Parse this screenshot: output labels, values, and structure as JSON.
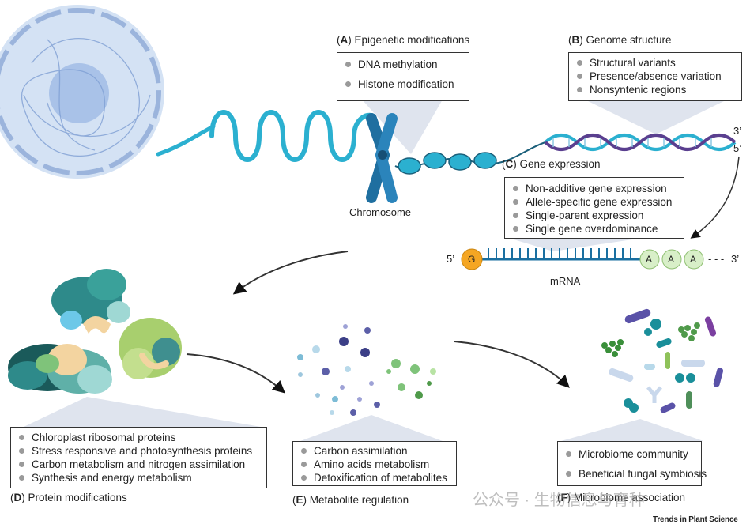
{
  "panels": {
    "A": {
      "letter": "A",
      "title": "Epigenetic modifications",
      "items": [
        "DNA methylation",
        "Histone modification"
      ]
    },
    "B": {
      "letter": "B",
      "title": "Genome structure",
      "items": [
        "Structural variants",
        "Presence/absence variation",
        "Nonsyntenic regions"
      ]
    },
    "C": {
      "letter": "C",
      "title": "Gene expression",
      "items": [
        "Non-additive gene expression",
        "Allele-specific gene expression",
        "Single-parent expression",
        "Single gene overdominance"
      ]
    },
    "D": {
      "letter": "D",
      "title": "Protein modifications",
      "items": [
        "Chloroplast ribosomal proteins",
        "Stress responsive and photosynthesis proteins",
        "Carbon metabolism and nitrogen assimilation",
        "Synthesis and energy metabolism"
      ]
    },
    "E": {
      "letter": "E",
      "title": "Metabolite regulation",
      "items": [
        "Carbon assimilation",
        "Amino acids metabolism",
        "Detoxification of metabolites"
      ]
    },
    "F": {
      "letter": "F",
      "title": "Microbiome association",
      "items": [
        "Microbiome community",
        "Beneficial fungal symbiosis"
      ]
    }
  },
  "labels": {
    "chromosome": "Chromosome",
    "mrna": "mRNA",
    "dna_3prime": "3’",
    "dna_5prime": "5’",
    "mrna_5prime": "5’",
    "mrna_3prime": "3’",
    "cap": "G",
    "poly_a": [
      "A",
      "A",
      "A"
    ],
    "tail_dashes": "- - -"
  },
  "watermark": "公众号 · 生物信息与育种",
  "footer": "Trends in Plant Science",
  "colors": {
    "dna_teal": "#2bb0d0",
    "dna_purple": "#5a3f8f",
    "cell_blue": "#c9daf1",
    "chromosome_blue": "#1f6fa0",
    "cap_orange": "#f5a623",
    "poly_a_green": "#d8efc8",
    "callout_fill": "#dfe4ee"
  }
}
